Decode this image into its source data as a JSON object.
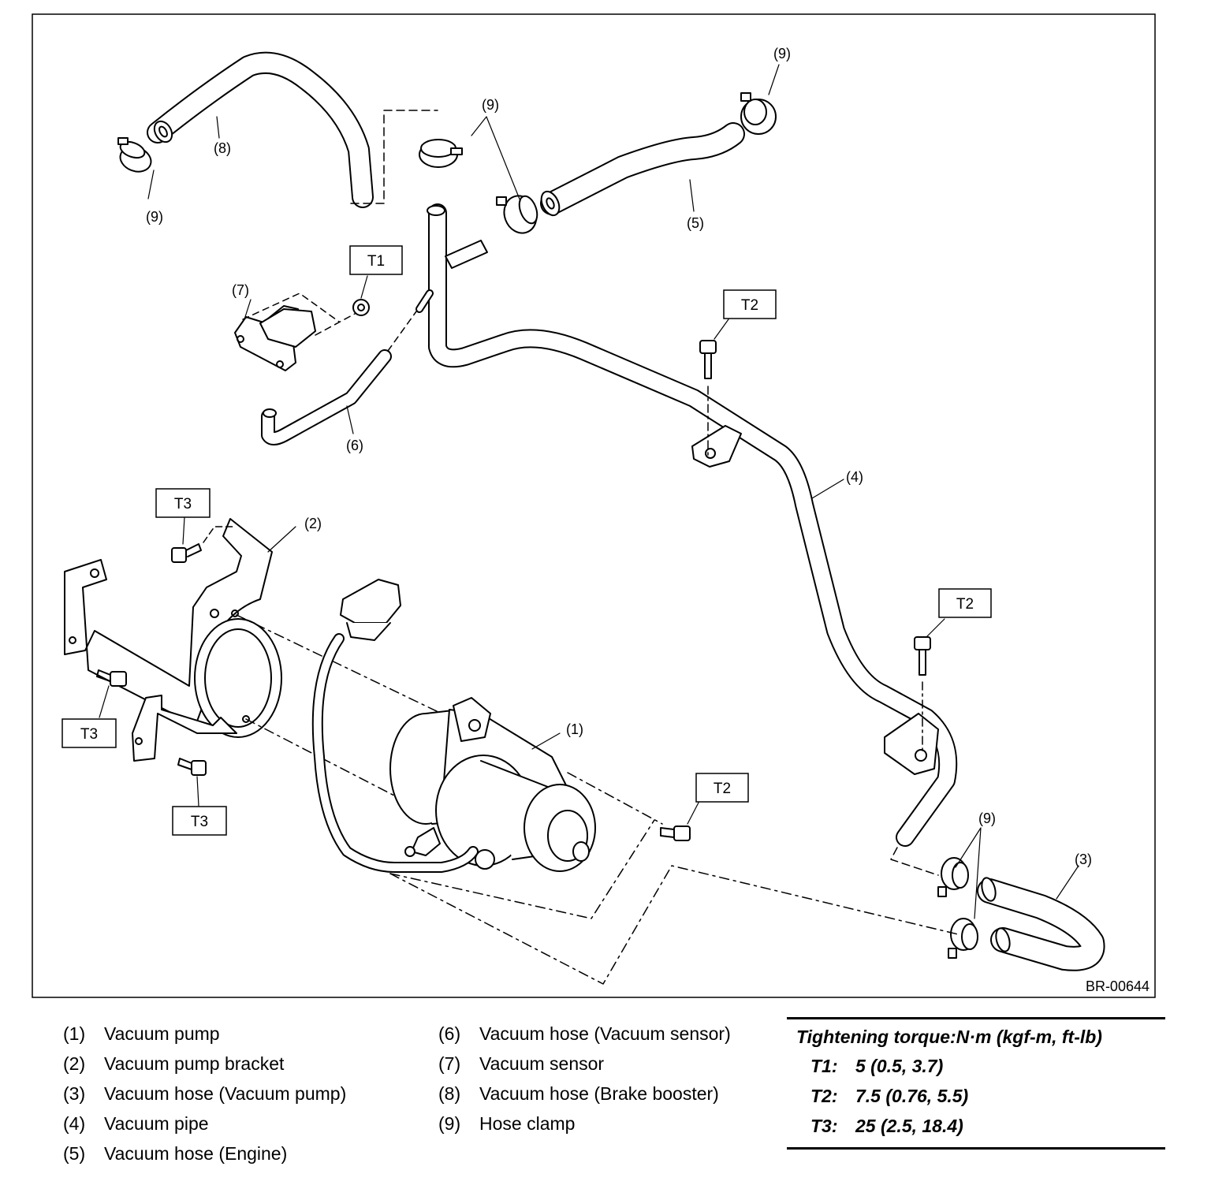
{
  "diagram": {
    "reference_code": "BR-00644",
    "callouts": {
      "c1": "(1)",
      "c2": "(2)",
      "c3": "(3)",
      "c4": "(4)",
      "c5": "(5)",
      "c6": "(6)",
      "c7": "(7)",
      "c8": "(8)",
      "c9": "(9)"
    },
    "torque_tags": {
      "t1": "T1",
      "t2": "T2",
      "t3": "T3"
    }
  },
  "legend": [
    {
      "num": "(1)",
      "label": "Vacuum pump"
    },
    {
      "num": "(2)",
      "label": "Vacuum pump bracket"
    },
    {
      "num": "(3)",
      "label": "Vacuum hose (Vacuum pump)"
    },
    {
      "num": "(4)",
      "label": "Vacuum pipe"
    },
    {
      "num": "(5)",
      "label": "Vacuum hose (Engine)"
    },
    {
      "num": "(6)",
      "label": "Vacuum hose (Vacuum sensor)"
    },
    {
      "num": "(7)",
      "label": "Vacuum sensor"
    },
    {
      "num": "(8)",
      "label": "Vacuum hose (Brake booster)"
    },
    {
      "num": "(9)",
      "label": "Hose clamp"
    }
  ],
  "torque_table": {
    "title": "Tightening torque:N·m (kgf-m, ft-lb)",
    "rows": [
      {
        "key": "T1:",
        "value": "5 (0.5, 3.7)"
      },
      {
        "key": "T2:",
        "value": "7.5 (0.76, 5.5)"
      },
      {
        "key": "T3:",
        "value": "25 (2.5, 18.4)"
      }
    ]
  }
}
